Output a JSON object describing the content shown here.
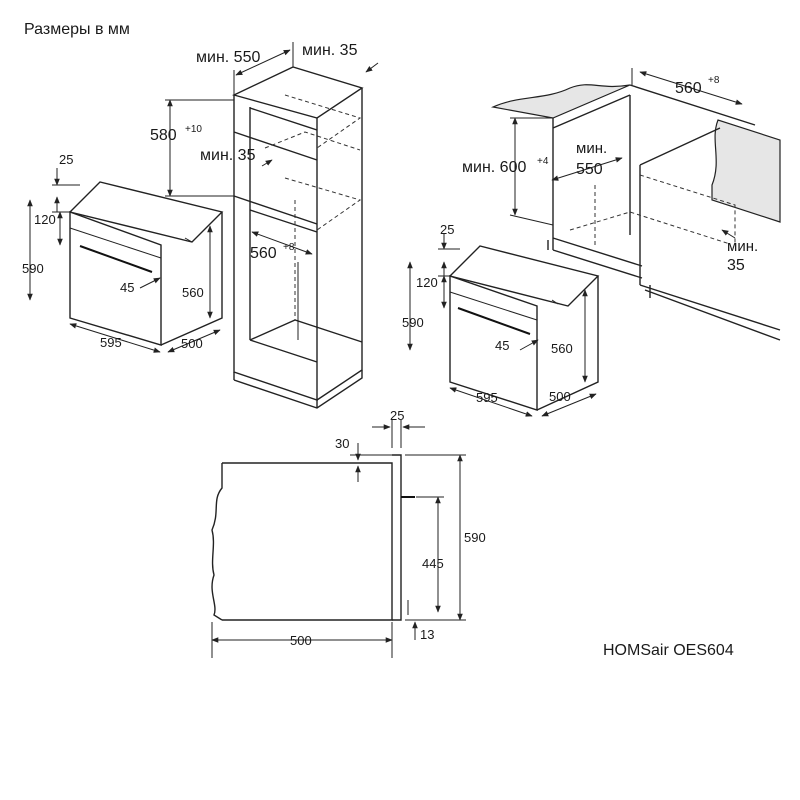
{
  "header": {
    "title": "Размеры в мм"
  },
  "footer": {
    "model": "HOMSair OES604"
  },
  "dimensions": {
    "oven_left": {
      "top_gap": "25",
      "panel": "120",
      "height": "590",
      "inner_height": "560",
      "handle": "45",
      "width": "595",
      "depth": "500"
    },
    "column": {
      "min_depth_label": "мин. 550",
      "min_gap_label": "мин. 35",
      "niche_height": "580",
      "niche_height_tol": "+10",
      "inner_min_label": "мин. 35",
      "niche_width": "560",
      "niche_width_tol": "+8"
    },
    "undercounter": {
      "niche_width": "560",
      "niche_width_tol": "+8",
      "min_height_label": "мин. 600",
      "min_height_tol": "+4",
      "min_depth_label_a": "мин.",
      "min_depth_label_b": "550",
      "min_gap_label_a": "мин.",
      "min_gap_label_b": "35"
    },
    "oven_right": {
      "top_gap": "25",
      "panel": "120",
      "height": "590",
      "inner_height": "560",
      "handle": "45",
      "width": "595",
      "depth": "500"
    },
    "side": {
      "top_thickness": "25",
      "top_offset": "30",
      "height": "590",
      "inner_height": "445",
      "bottom": "13",
      "depth": "500"
    }
  }
}
